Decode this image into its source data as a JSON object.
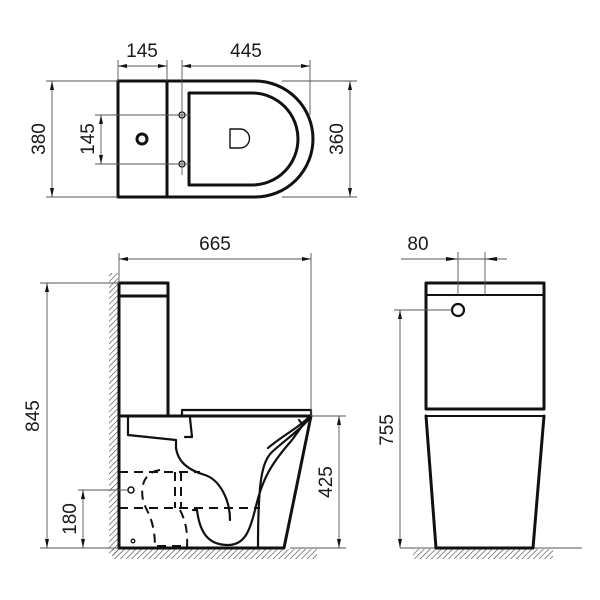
{
  "drawing": {
    "title": "Close-coupled toilet dimension drawing",
    "units": "mm",
    "line_color": "#111111",
    "background": "#ffffff"
  },
  "top_view": {
    "dim_tank_depth": "145",
    "dim_bowl_length": "445",
    "dim_overall_width": "380",
    "dim_hinge_spacing": "145",
    "dim_bowl_width": "360"
  },
  "side_view": {
    "dim_overall_length": "665",
    "dim_overall_height": "845",
    "dim_seat_height": "425",
    "dim_outlet_height": "180"
  },
  "front_view": {
    "dim_button_offset": "80",
    "dim_button_height": "755"
  }
}
